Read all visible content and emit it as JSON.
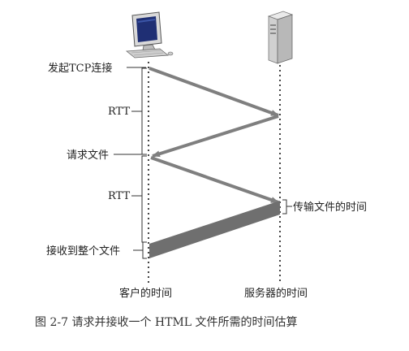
{
  "labels": {
    "start_tcp": "发起TCP连接",
    "rtt1": "RTT",
    "request_file": "请求文件",
    "rtt2": "RTT",
    "transmit_time": "传输文件的时间",
    "receive_file": "接收到整个文件",
    "client_time": "客户的时间",
    "server_time": "服务器的时间"
  },
  "caption": "图 2-7 请求并接收一个 HTML 文件所需的时间估算",
  "icons": {
    "client": "desktop-computer-icon",
    "server": "server-tower-icon"
  },
  "colors": {
    "arrow": "#7f7f7f",
    "file_block": "#6f6f6f",
    "dotted_line": "#444444"
  }
}
